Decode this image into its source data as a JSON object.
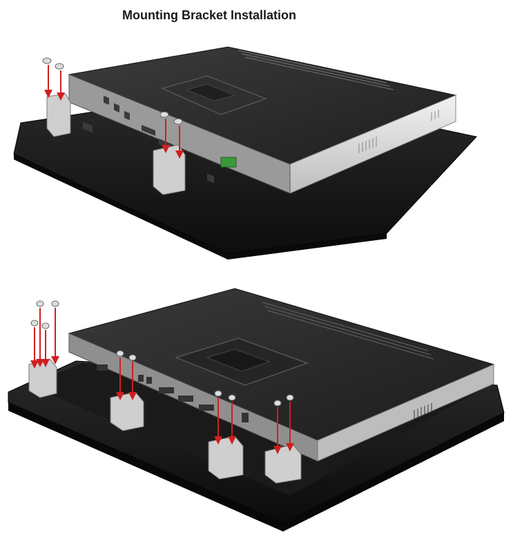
{
  "page": {
    "title": "Mounting Bracket Installation"
  },
  "figures": [
    {
      "name": "top-figure",
      "depicts": "panel-pc-rear-with-two-brackets"
    },
    {
      "name": "bottom-figure",
      "depicts": "panel-pc-rear-with-four-brackets"
    }
  ],
  "colors": {
    "chassis": "#2b2b2b",
    "bezel": "#1a1a1a",
    "arrow": "#d01f1f",
    "bracket": "#cfcfcf",
    "terminal": "#3a9a3a"
  }
}
